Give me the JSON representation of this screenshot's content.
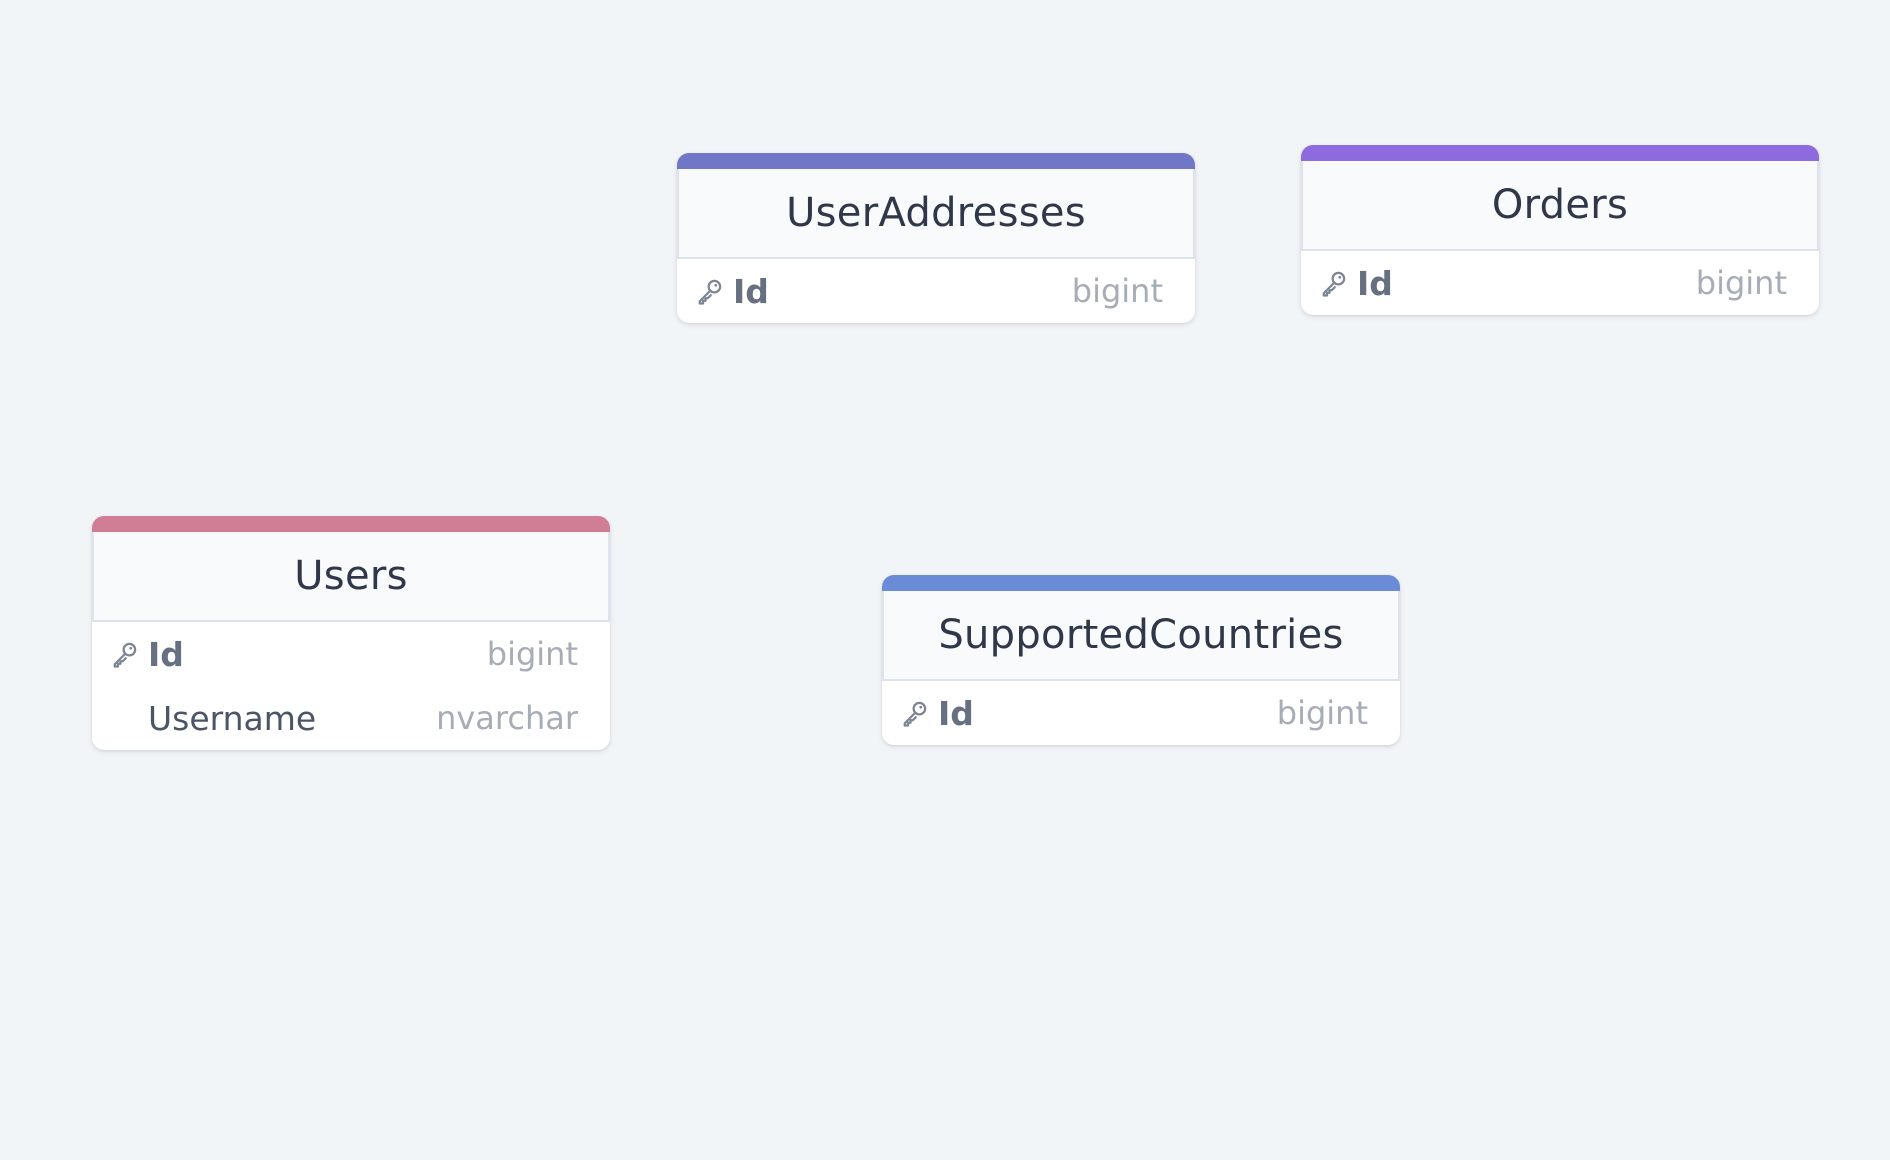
{
  "tables": [
    {
      "name": "UserAddresses",
      "accent_color": "#7077c6",
      "columns": [
        {
          "name": "Id",
          "type": "bigint",
          "primary_key": true,
          "icon": "key-icon"
        }
      ]
    },
    {
      "name": "Orders",
      "accent_color": "#8d6add",
      "columns": [
        {
          "name": "Id",
          "type": "bigint",
          "primary_key": true,
          "icon": "key-icon"
        }
      ]
    },
    {
      "name": "Users",
      "accent_color": "#d07d96",
      "columns": [
        {
          "name": "Id",
          "type": "bigint",
          "primary_key": true,
          "icon": "key-icon"
        },
        {
          "name": "Username",
          "type": "nvarchar",
          "primary_key": false
        }
      ]
    },
    {
      "name": "SupportedCountries",
      "accent_color": "#6a8bd6",
      "columns": [
        {
          "name": "Id",
          "type": "bigint",
          "primary_key": true,
          "icon": "key-icon"
        }
      ]
    }
  ]
}
